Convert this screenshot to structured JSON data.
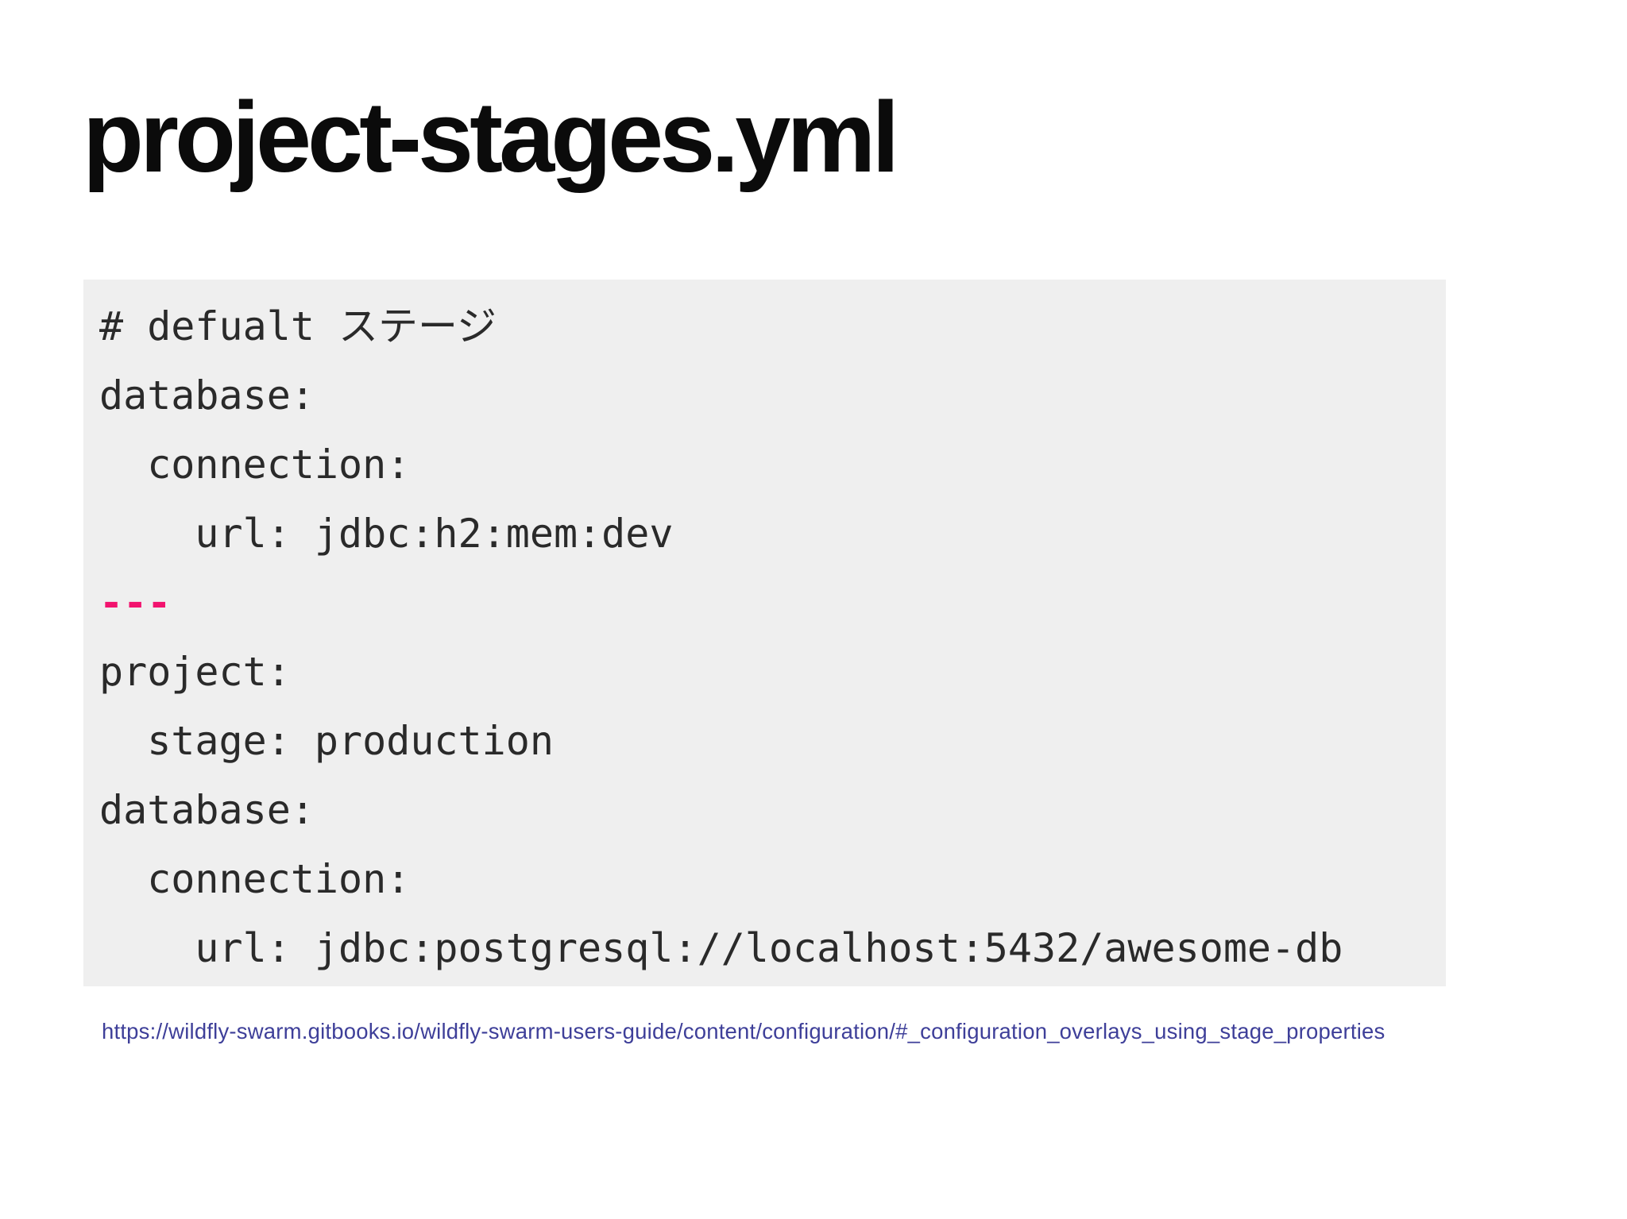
{
  "slide": {
    "title": "project-stages.yml",
    "code": {
      "language": "yaml",
      "lines": [
        {
          "text": "# defualt ステージ",
          "accent": false
        },
        {
          "text": "database:",
          "accent": false
        },
        {
          "text": "  connection:",
          "accent": false
        },
        {
          "text": "    url: jdbc:h2:mem:dev",
          "accent": false
        },
        {
          "text": "---",
          "accent": true
        },
        {
          "text": "project:",
          "accent": false
        },
        {
          "text": "  stage: production",
          "accent": false
        },
        {
          "text": "database:",
          "accent": false
        },
        {
          "text": "  connection:",
          "accent": false
        },
        {
          "text": "    url: jdbc:postgresql://localhost:5432/awesome-db",
          "accent": false
        }
      ]
    },
    "footer_link": "https://wildfly-swarm.gitbooks.io/wildfly-swarm-users-guide/content/configuration/#_configuration_overlays_using_stage_properties"
  },
  "colors": {
    "bg": "#ffffff",
    "title_color": "#0b0b0b",
    "code_bg": "#efefef",
    "code_color": "#2a2a2a",
    "accent": "#f2136e",
    "link_color": "#3e3f99"
  }
}
